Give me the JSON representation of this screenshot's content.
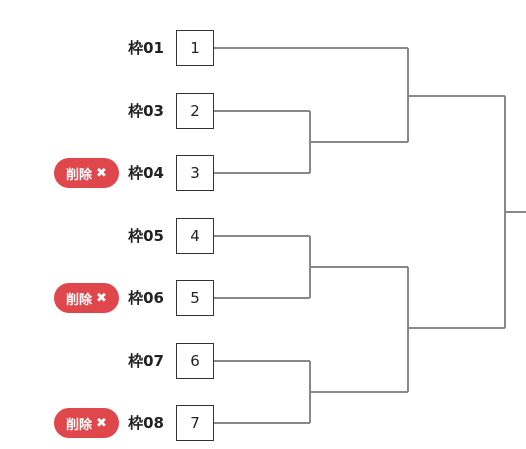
{
  "colors": {
    "delete_button": "#e0474c",
    "bracket_line": "#888888",
    "seed_border": "#333333"
  },
  "slots": [
    {
      "label": "枠01",
      "seed": "1",
      "delete": false
    },
    {
      "label": "枠03",
      "seed": "2",
      "delete": false
    },
    {
      "label": "枠04",
      "seed": "3",
      "delete": true,
      "delete_label": "削除",
      "delete_icon": "times-icon"
    },
    {
      "label": "枠05",
      "seed": "4",
      "delete": false
    },
    {
      "label": "枠06",
      "seed": "5",
      "delete": true,
      "delete_label": "削除",
      "delete_icon": "times-icon"
    },
    {
      "label": "枠07",
      "seed": "6",
      "delete": false
    },
    {
      "label": "枠08",
      "seed": "7",
      "delete": true,
      "delete_label": "削除",
      "delete_icon": "times-icon"
    }
  ]
}
